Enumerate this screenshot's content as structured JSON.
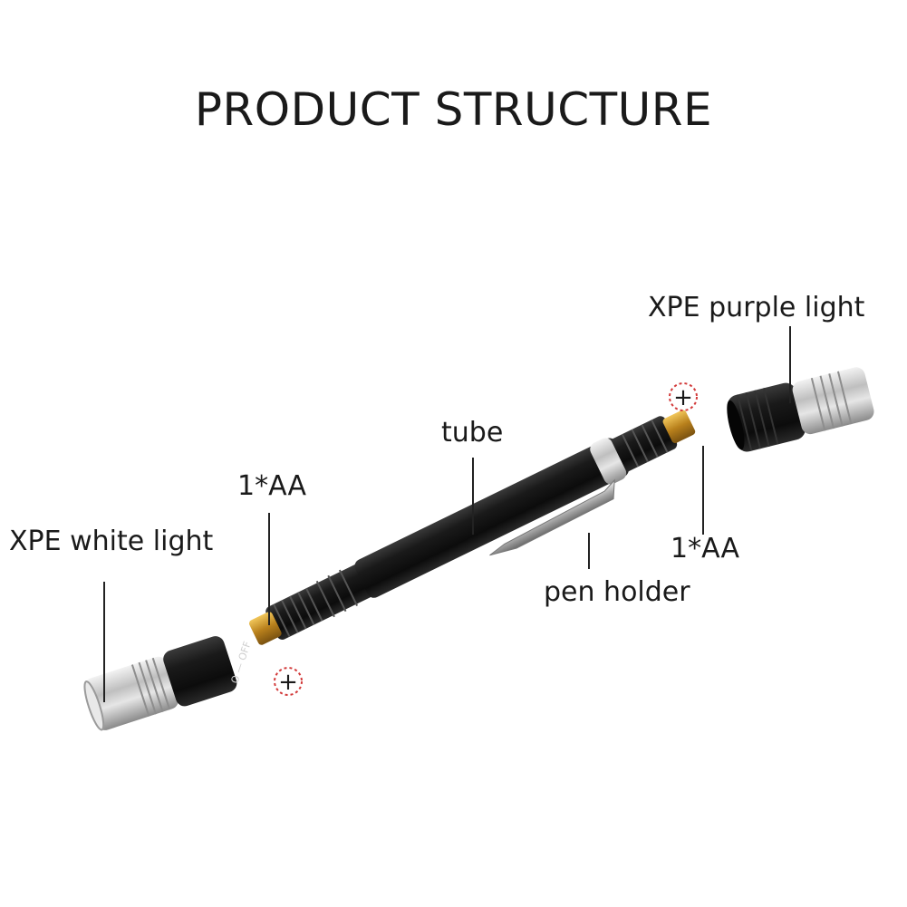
{
  "title": "PRODUCT STRUCTURE",
  "labels": {
    "xpe_white_light": "XPE white light",
    "xpe_purple_light": "XPE purple light",
    "tube": "tube",
    "battery_left": "1*AA",
    "battery_right": "1*AA",
    "pen_holder": "pen holder"
  },
  "markers": {
    "plus_left": "+",
    "plus_right": "+"
  },
  "switch_engraving": "O — OFF",
  "colors": {
    "body": "#141414",
    "aluminum": "#c9c9c9",
    "brass": "#c8962a",
    "polarity_red": "#d23a3a"
  }
}
